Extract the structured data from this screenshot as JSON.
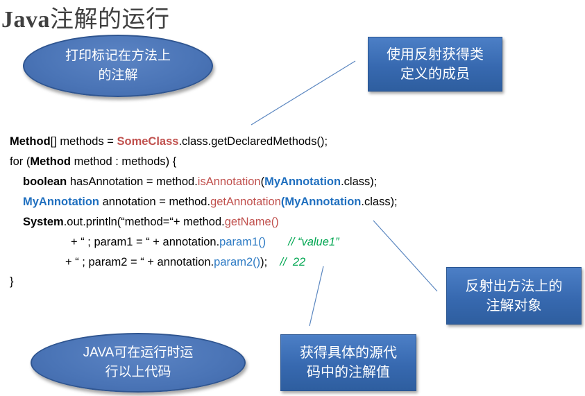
{
  "title": {
    "latin": "Java",
    "chinese": "注解的运行"
  },
  "callouts": {
    "top_ellipse": {
      "line1": "打印标记在方法上",
      "line2": "的注解"
    },
    "top_box": {
      "line1": "使用反射获得类",
      "line2": "定义的成员"
    },
    "right_box": {
      "line1": "反射出方法上的",
      "line2": "注解对象"
    },
    "bottom_box": {
      "line1": "获得具体的源代",
      "line2": "码中的注解值"
    },
    "bottom_ellipse": {
      "line1": "JAVA可在运行时运",
      "line2": "行以上代码"
    }
  },
  "code": {
    "l1": {
      "a": "Method",
      "b": "[] methods = ",
      "c": "SomeClass",
      "d": ".class.getDeclaredMethods();"
    },
    "l2": {
      "a": "for (",
      "b": "Method",
      "c": " method : methods) {"
    },
    "l3": {
      "a": "boolean",
      "b": " hasAnnotation = method.",
      "c": "isAnnotation",
      "d": "(",
      "e": "MyAnnotation",
      "f": ".class);"
    },
    "l4": {
      "a": "MyAnnotation",
      "b": " annotation = method.",
      "c": "getAnnotation",
      "d": "(",
      "e": "MyAnnotation",
      "f": ".class);"
    },
    "l5": {
      "a": "System",
      "b": ".out.println(“method=“+ method.",
      "c": "getName()"
    },
    "l6": {
      "a": "+ “ ; param1 = “ + annotation.",
      "b": "param1()",
      "c": "// “value1”"
    },
    "l7": {
      "a": "+ “ ; param2 = “ + annotation.",
      "b": "param2()",
      "c": ");",
      "d": "//  22"
    },
    "l8": {
      "a": "}"
    }
  }
}
